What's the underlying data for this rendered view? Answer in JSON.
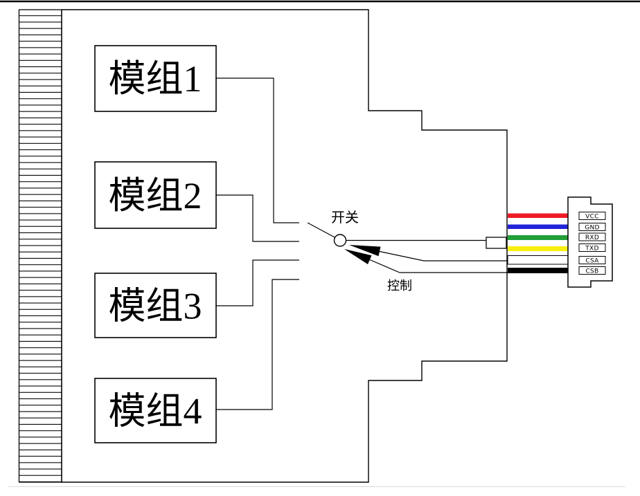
{
  "modules": [
    {
      "label": "模组1"
    },
    {
      "label": "模组2"
    },
    {
      "label": "模组3"
    },
    {
      "label": "模组4"
    }
  ],
  "switch": {
    "label": "开关"
  },
  "control": {
    "label": "控制"
  },
  "pins": [
    {
      "label": "VCC",
      "color": "#ee1c25"
    },
    {
      "label": "GND",
      "color": "#2024d8"
    },
    {
      "label": "RXD",
      "color": "#21a038"
    },
    {
      "label": "TXD",
      "color": "#f8ef0e"
    },
    {
      "label": "CSA",
      "color": "#ffffff"
    },
    {
      "label": "CSB",
      "color": "#000000"
    }
  ],
  "line_color": "#000000"
}
